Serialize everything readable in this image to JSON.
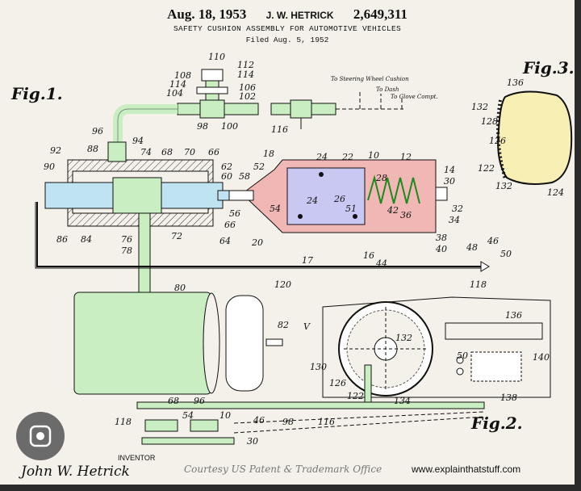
{
  "header": {
    "date": "Aug. 18, 1953",
    "inventor_short": "J. W. HETRICK",
    "patent_no": "2,649,311",
    "subtitle": "SAFETY CUSHION ASSEMBLY FOR AUTOMOTIVE VEHICLES",
    "filed": "Filed Aug. 5, 1952"
  },
  "figures": {
    "fig1": "Fig.1.",
    "fig2": "Fig.2.",
    "fig3": "Fig.3."
  },
  "notes": {
    "steering": "To Steering Wheel Cushion",
    "dash": "To Dash",
    "glove": "To Glove Compt."
  },
  "refs": [
    "110",
    "112",
    "114",
    "108",
    "114",
    "104",
    "106",
    "102",
    "98",
    "100",
    "116",
    "96",
    "94",
    "88",
    "92",
    "90",
    "74",
    "68",
    "70",
    "66",
    "18",
    "52",
    "58",
    "62",
    "60",
    "24",
    "22",
    "10",
    "12",
    "28",
    "14",
    "30",
    "24",
    "26",
    "51",
    "42",
    "36",
    "32",
    "34",
    "54",
    "56",
    "66",
    "86",
    "84",
    "76",
    "78",
    "72",
    "64",
    "20",
    "38",
    "40",
    "48",
    "46",
    "50",
    "17",
    "16",
    "44",
    "120",
    "118",
    "80",
    "82",
    "V",
    "130",
    "132",
    "126",
    "122",
    "134",
    "136",
    "50",
    "140",
    "138",
    "68",
    "96",
    "54",
    "10",
    "46",
    "98",
    "116",
    "118",
    "30",
    "132",
    "128",
    "126",
    "122",
    "132",
    "124",
    "136"
  ],
  "footer": {
    "inventor_label": "INVENTOR",
    "inventor_name": "John W. Hetrick",
    "courtesy": "Courtesy US Patent & Trademark Office",
    "website": "www.explainthatstuff.com"
  },
  "colors": {
    "sheet": "#f4f1ea",
    "green": "#c9eec2",
    "blue": "#bfe3f0",
    "red": "#f0b7b4",
    "purple": "#c8c8f2",
    "yellow": "#f7efb4",
    "frame": "#2b2b2b"
  },
  "icons": [
    "lens-icon"
  ]
}
